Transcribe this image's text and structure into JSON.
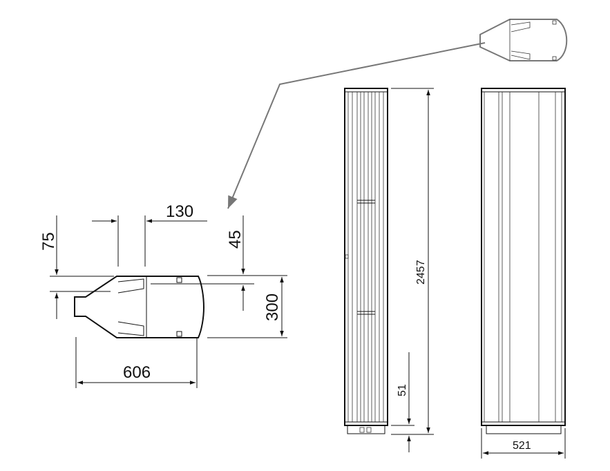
{
  "dimensions": {
    "d130": "130",
    "d75": "75",
    "d45": "45",
    "d300": "300",
    "d606": "606",
    "d2457": "2457",
    "d51": "51",
    "d521": "521"
  },
  "colors": {
    "line": "#111111",
    "leader": "#777777"
  }
}
